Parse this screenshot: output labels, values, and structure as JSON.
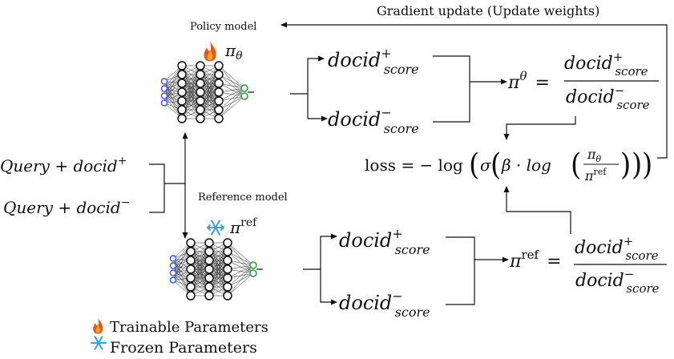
{
  "top": {
    "gradient_update": "Gradient update (Update weights)"
  },
  "policy": {
    "label": "Policy model",
    "pi_symbol": "π",
    "pi_sub": "θ"
  },
  "reference": {
    "label": "Reference model",
    "pi_symbol": "π",
    "pi_sup": "ref"
  },
  "inputs": {
    "q_pos": "Query + docid",
    "q_pos_sup": "+",
    "q_neg": "Query + docid",
    "q_neg_sup": "−"
  },
  "scores": {
    "base": "docid",
    "sub": "score",
    "pos": "+",
    "neg": "−"
  },
  "policy_ratio": {
    "lhs": "π",
    "lhs_sup": "θ",
    "eq": "="
  },
  "ref_ratio": {
    "lhs": "π",
    "lhs_sup": "ref",
    "eq": "="
  },
  "loss": {
    "lhs": "loss = − log",
    "sigma": "σ",
    "beta_log": "β · log",
    "num": "π",
    "num_sub": "θ",
    "den": "π",
    "den_sup": "ref"
  },
  "legend": {
    "trainable": "Trainable Parameters",
    "frozen": "Frozen Parameters",
    "fire_icon": "fire-icon",
    "snowflake_icon": "snowflake-icon"
  },
  "colors": {
    "input_node": "#3b5bd6",
    "output_node": "#2a9d3a",
    "fire": "#e8561c",
    "snowflake": "#3aa0e0"
  }
}
